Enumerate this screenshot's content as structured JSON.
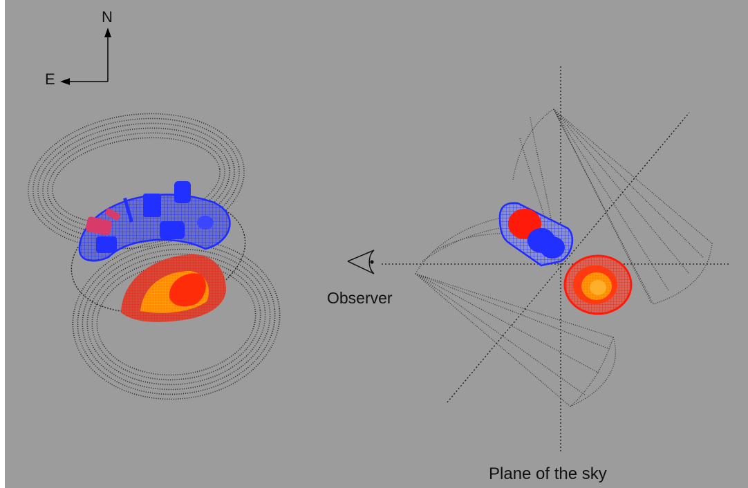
{
  "compass": {
    "north": "N",
    "east": "E"
  },
  "labels": {
    "observer": "Observer",
    "plane_of_sky": "Plane of the sky"
  },
  "colors": {
    "background": "#9c9c9c",
    "outer_shell": "#222222",
    "approaching_wireframe": "#1f2bff",
    "receding_wireframe": "#ff1a0a",
    "inner_fill": "#ff9a10",
    "axis_lines": "#111111"
  },
  "icons": {
    "observer": "eye-icon",
    "north": "arrow-up-icon",
    "east": "arrow-left-icon"
  }
}
